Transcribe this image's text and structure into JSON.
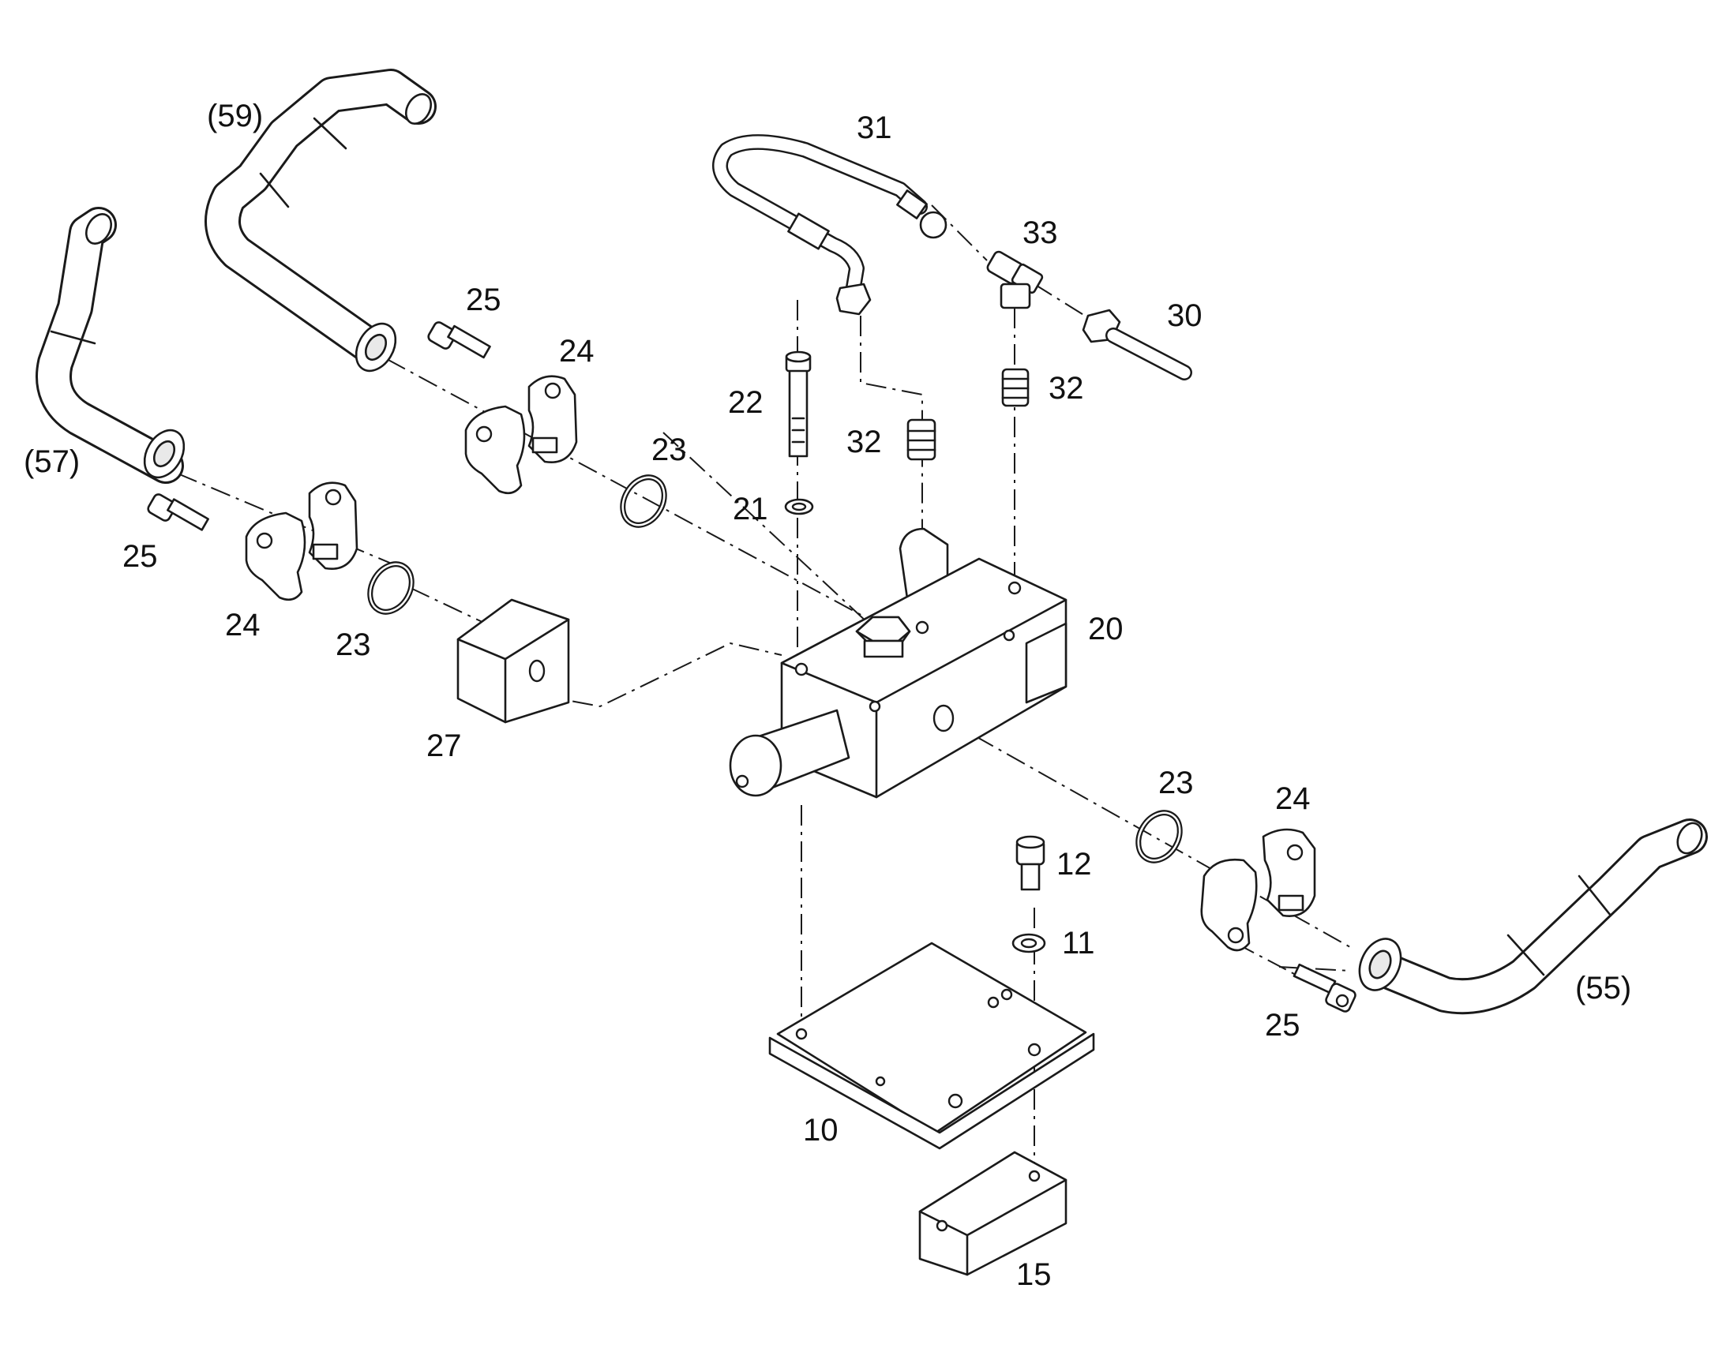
{
  "labels": {
    "hose_59": "(59)",
    "hose_57": "(57)",
    "hose_55": "(55)",
    "item_31": "31",
    "item_33": "33",
    "item_30": "30",
    "item_32_top": "32",
    "item_32_mid": "32",
    "item_25_top": "25",
    "item_25_left": "25",
    "item_25_right": "25",
    "item_24_top": "24",
    "item_24_left": "24",
    "item_24_right": "24",
    "item_23_top": "23",
    "item_23_left": "23",
    "item_23_right": "23",
    "item_22": "22",
    "item_21": "21",
    "item_20": "20",
    "item_27": "27",
    "item_12": "12",
    "item_11": "11",
    "item_10": "10",
    "item_15": "15"
  },
  "colors": {
    "line": "#1a1a1a",
    "background": "#ffffff"
  }
}
